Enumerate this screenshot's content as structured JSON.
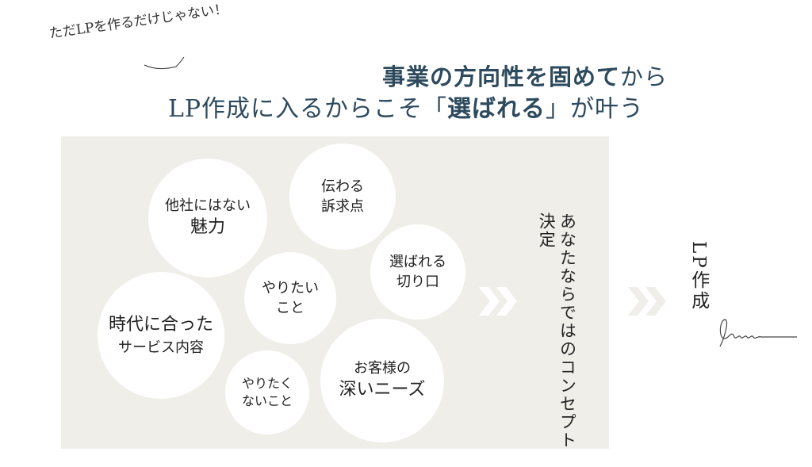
{
  "note": "ただLPを作るだけじゃない！",
  "title": {
    "line1_bold": "事業の方向性を固めて",
    "line1_rest": "から",
    "line2_a": "LP作成に入るからこそ「",
    "line2_bold": "選ばれる",
    "line2_b": "」が叶う"
  },
  "circles": [
    {
      "l1": "他社にはない",
      "l2": "魅力"
    },
    {
      "l1": "伝わる",
      "l2": "訴求点"
    },
    {
      "l1": "選ばれる",
      "l2": "切り口"
    },
    {
      "l1": "やりたい",
      "l2": "こと"
    },
    {
      "l1": "時代に合った",
      "l2": "サービス内容"
    },
    {
      "l1": "やりたく",
      "l2": "ないこと"
    },
    {
      "l1": "お客様の",
      "l2": "深いニーズ"
    }
  ],
  "concept": {
    "l1": "あなたならではの",
    "l2": "コンセプト決定"
  },
  "result": "LP作成",
  "colors": {
    "title": "#2d4a5e",
    "panel": "#efeee9"
  }
}
